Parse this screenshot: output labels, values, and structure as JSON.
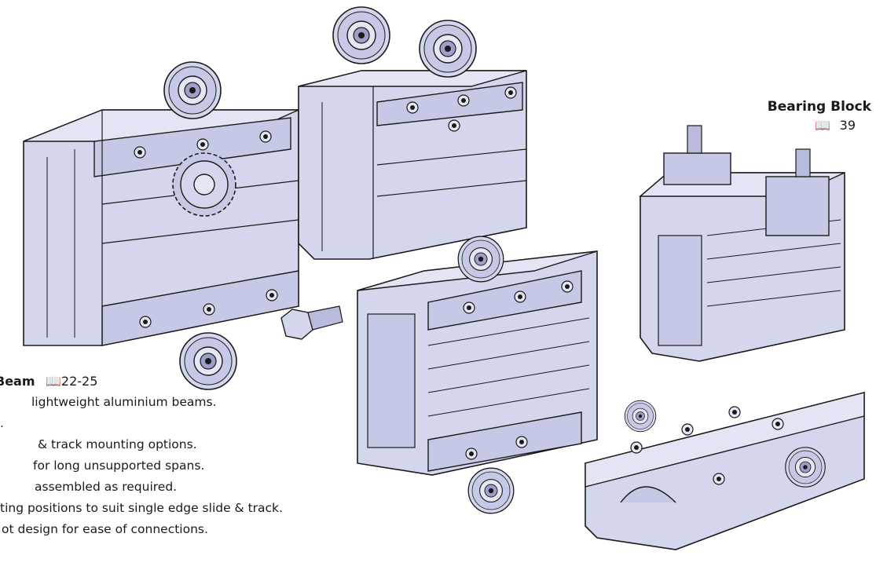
{
  "bearing_block": {
    "title": "Bearing Block",
    "ref": "39"
  },
  "beam": {
    "title": "Beam",
    "ref": "22-25"
  },
  "features": [
    "lightweight aluminium beams.",
    ".",
    "& track mounting options.",
    "for long unsupported spans.",
    "assembled as required.",
    "ting positions to suit single edge slide & track.",
    "ot design for ease of connections."
  ],
  "colors": {
    "metal": "#d4d6ee",
    "metal_dark": "#b8bbdc",
    "outline": "#1a1a1a"
  },
  "icons": [
    "book-icon"
  ]
}
